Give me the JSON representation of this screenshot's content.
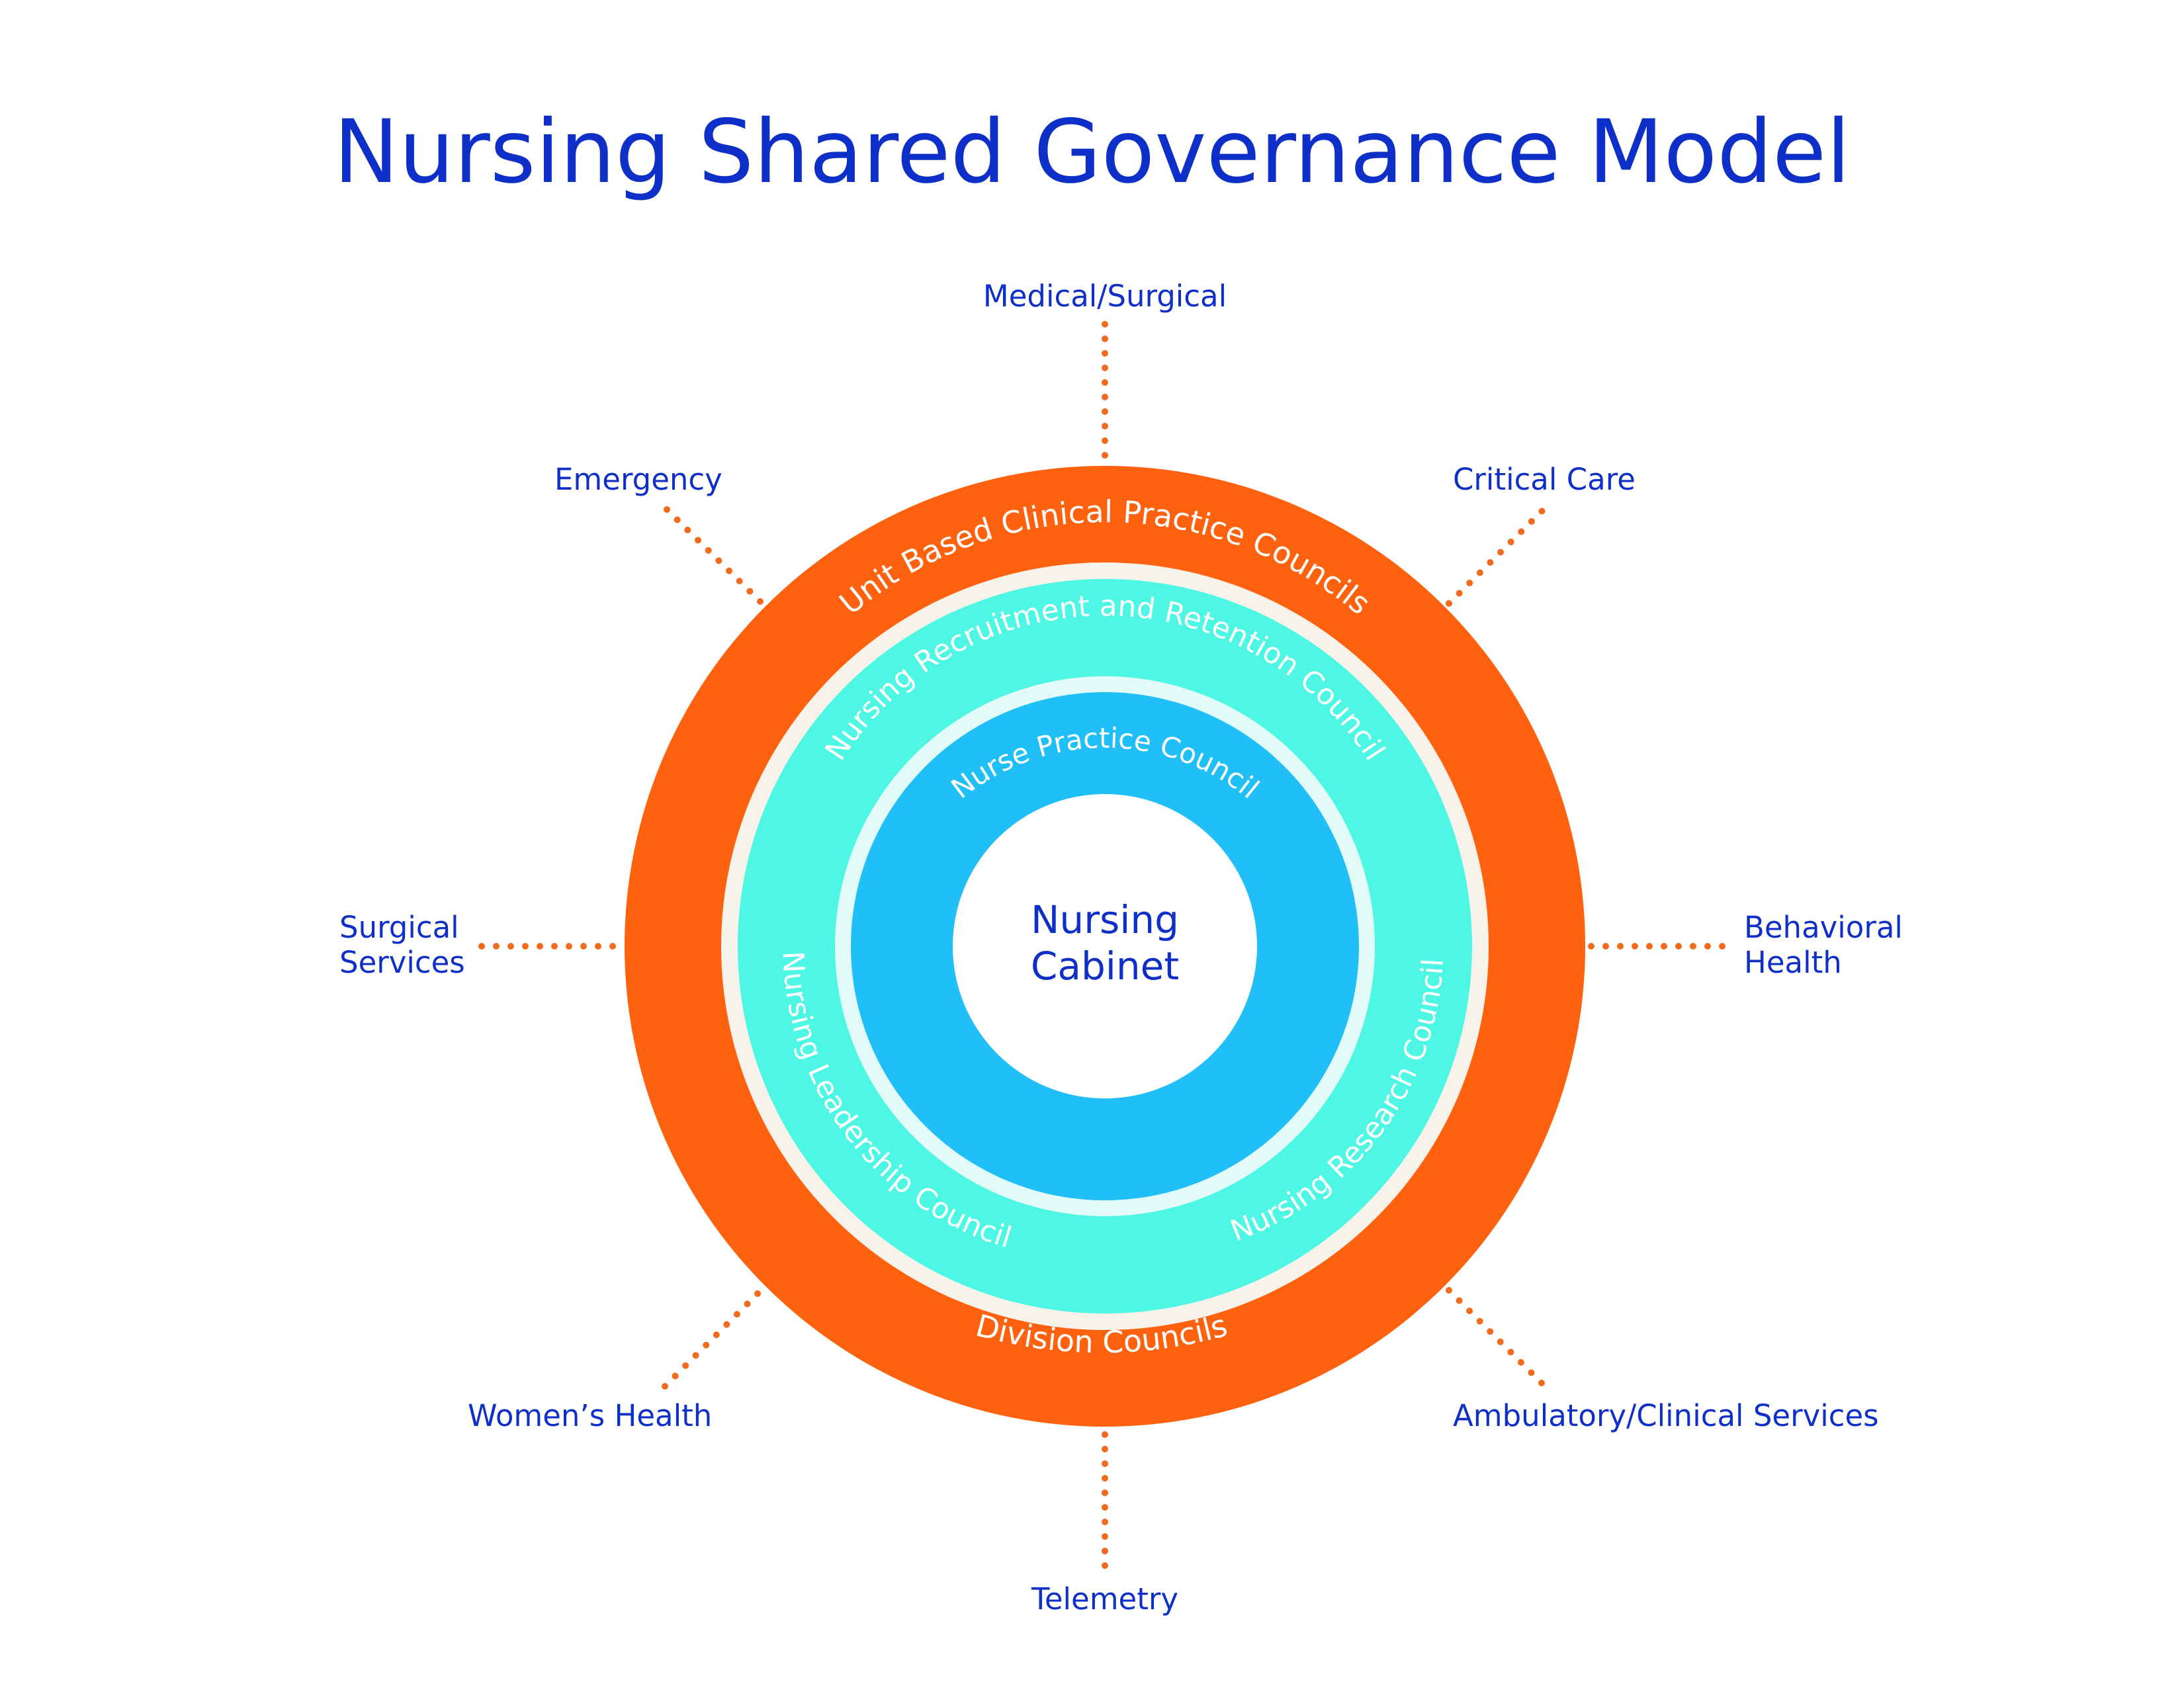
{
  "title": "Nursing Shared Governance Model",
  "center": {
    "line1": "Nursing",
    "line2": "Cabinet"
  },
  "rings": {
    "outer": {
      "top_label": "Unit Based Clinical Practice Councils",
      "bottom_label": "Division Councils",
      "color": "#ff620f"
    },
    "middle": {
      "top_label": "Nursing Recruitment and Retention Council",
      "left_label": "Nursing Leadership Council",
      "right_label": "Nursing Research Council",
      "color": "#4df7e3"
    },
    "inner": {
      "top_label": "Nurse Practice Council",
      "color": "#21bff7"
    }
  },
  "spokes": {
    "top": "Medical/Surgical",
    "top_left": "Emergency",
    "top_right": "Critical Care",
    "left_line1": "Surgical",
    "left_line2": "Services",
    "right_line1": "Behavioral",
    "right_line2": "Health",
    "bottom_left": "Women’s Health",
    "bottom_right": "Ambulatory/Clinical Services",
    "bottom": "Telemetry"
  },
  "colors": {
    "text_blue": "#0f2fc9",
    "dot_orange": "#f26a1b",
    "cream_gap": "#f7f2ea"
  }
}
